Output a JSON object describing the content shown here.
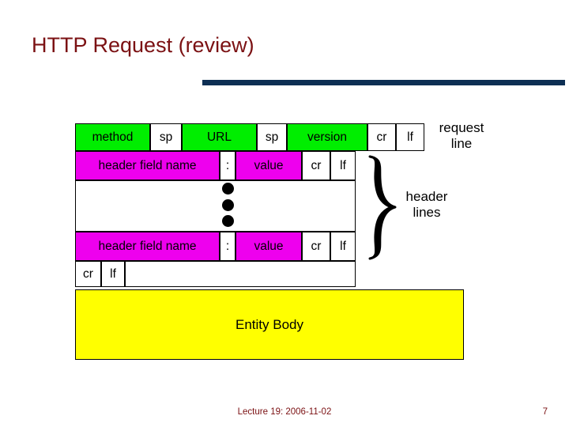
{
  "slide": {
    "title": "HTTP Request (review)",
    "title_color": "#7b1113",
    "rule_color": "#0d2f54",
    "background": "#ffffff"
  },
  "diagram": {
    "colors": {
      "green": "#00ee00",
      "magenta": "#ee00ee",
      "yellow": "#ffff00",
      "white": "#ffffff",
      "border": "#000000"
    },
    "rows": [
      {
        "name": "request-line",
        "cells": [
          {
            "label": "method",
            "fill": "green"
          },
          {
            "label": "sp",
            "fill": "white"
          },
          {
            "label": "URL",
            "fill": "green"
          },
          {
            "label": "sp",
            "fill": "white"
          },
          {
            "label": "version",
            "fill": "green"
          },
          {
            "label": "cr",
            "fill": "white"
          },
          {
            "label": "lf",
            "fill": "white"
          }
        ]
      },
      {
        "name": "header-line-first",
        "cells": [
          {
            "label": "header field name",
            "fill": "magenta"
          },
          {
            "label": ":",
            "fill": "white"
          },
          {
            "label": "value",
            "fill": "magenta"
          },
          {
            "label": "cr",
            "fill": "white"
          },
          {
            "label": "lf",
            "fill": "white"
          }
        ]
      },
      {
        "name": "ellipsis-row",
        "cells": [
          {
            "label": "",
            "fill": "white"
          }
        ],
        "dots": 3
      },
      {
        "name": "header-line-last",
        "cells": [
          {
            "label": "header field name",
            "fill": "magenta"
          },
          {
            "label": ":",
            "fill": "white"
          },
          {
            "label": "value",
            "fill": "magenta"
          },
          {
            "label": "cr",
            "fill": "white"
          },
          {
            "label": "lf",
            "fill": "white"
          }
        ]
      },
      {
        "name": "blank-line",
        "cells": [
          {
            "label": "cr",
            "fill": "white"
          },
          {
            "label": "lf",
            "fill": "white"
          },
          {
            "label": "",
            "fill": "white"
          }
        ]
      },
      {
        "name": "entity-body",
        "cells": [
          {
            "label": "Entity Body",
            "fill": "yellow"
          }
        ]
      }
    ],
    "annotations": {
      "request_line": "request\nline",
      "request_line_l1": "request",
      "request_line_l2": "line",
      "header_lines_l1": "header",
      "header_lines_l2": "lines",
      "brace_icon": "curly-brace-right"
    }
  },
  "footer": {
    "lecture": "Lecture 19: 2006-11-02",
    "page_number": "7"
  }
}
